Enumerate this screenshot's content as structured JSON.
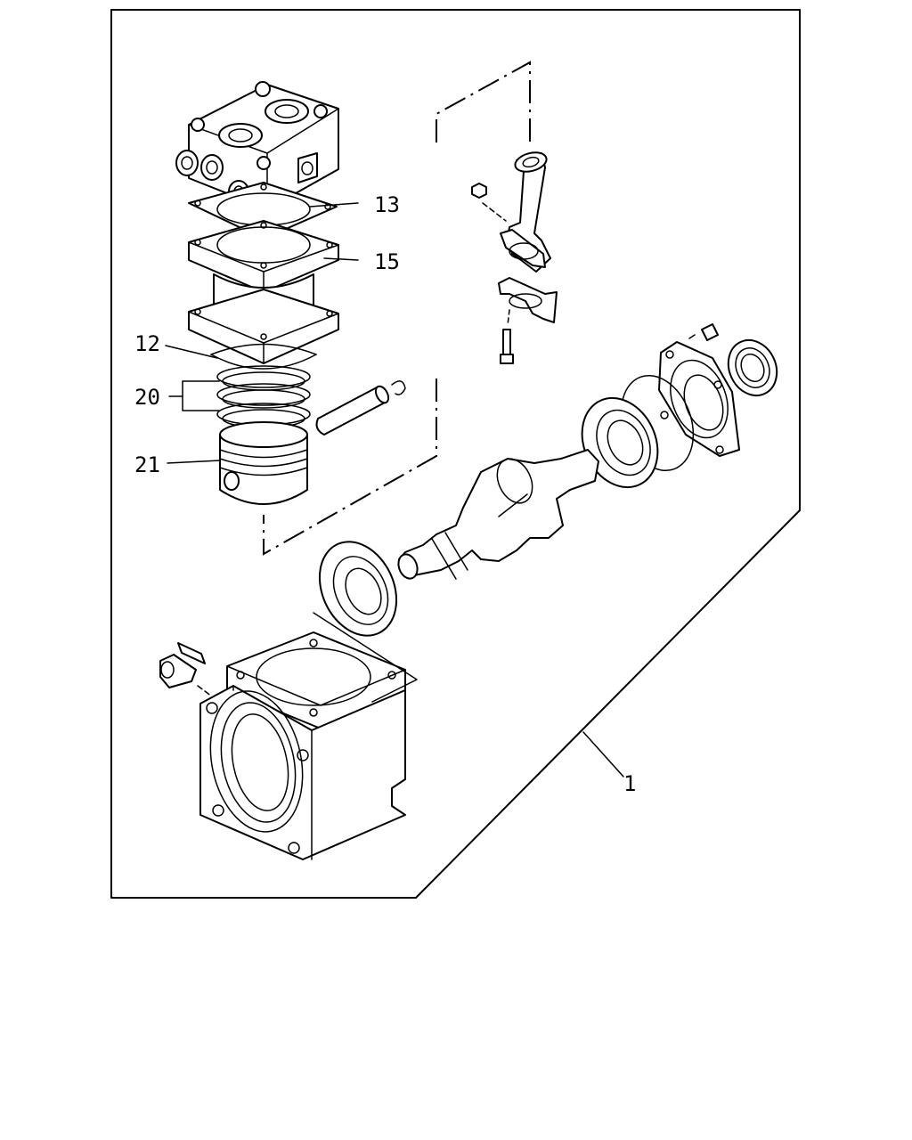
{
  "callouts": {
    "c1": "1",
    "c12": "12",
    "c13": "13",
    "c15": "15",
    "c20": "20",
    "c21": "21"
  }
}
